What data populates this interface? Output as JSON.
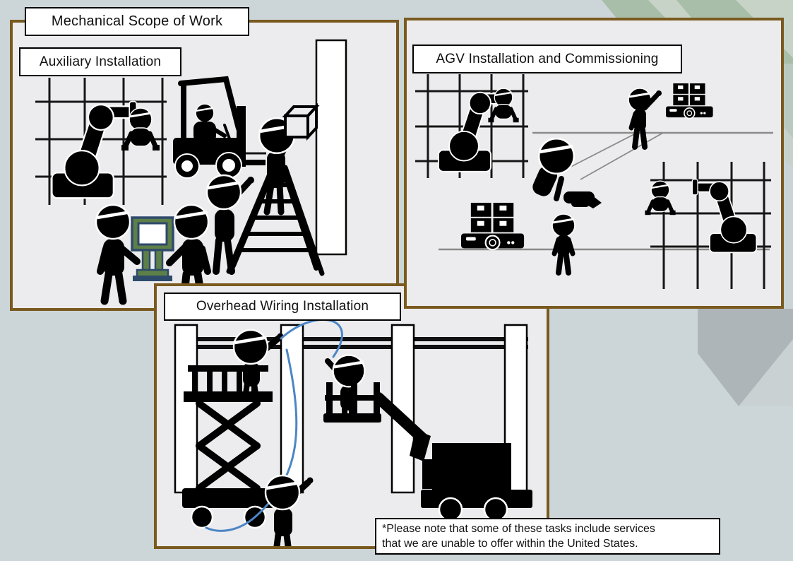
{
  "slide": {
    "title": "Mechanical Scope of Work",
    "panels": [
      {
        "label": "Auxiliary Installation"
      },
      {
        "label": "AGV Installation and Commissioning"
      },
      {
        "label": "Overhead Wiring Installation"
      }
    ],
    "footnote": {
      "line1": "*Please note that some of these tasks include services",
      "line2": "that we are unable to offer within the United States."
    },
    "colors": {
      "slide-bg": "#CCD6D8",
      "panel-bg": "#ECECEE",
      "panel-border": "#7A5A1F",
      "label-bg": "#FFFFFF",
      "label-border": "#000000",
      "silhouette": "#000000",
      "wire-blue": "#4C86C5",
      "kiosk-green": "#5D7F48",
      "kiosk-outline": "#2E4A6B",
      "floor-gray": "#8A8A8A",
      "decor-green": "#A8BEA9",
      "decor-green-light": "#C6D3C6",
      "decor-gray": "#AEB5B8",
      "decor-gray-light": "#C9D1D3",
      "decor-gray-triangle": "#A6A8A5"
    },
    "icons": {
      "robot-arm-icon": "black industrial robot arm silhouette on storage rack",
      "rack-worker-icon": "hardhat worker head and shoulders behind rack",
      "worker-icon": "hardhat worker stick figure silhouette",
      "forklift-icon": "forklift with driver silhouette",
      "ladder-icon": "A-frame stepladder silhouette",
      "box-icon": "carton box outline",
      "kiosk-icon": "green control kiosk with white screen",
      "agv-icon": "AGV mobile robot cart carrying four boxes",
      "scissor-lift-icon": "scissor lift with platform and wheels",
      "boom-lift-icon": "articulated boom lift with basket",
      "wire-icon": "blue overhead wiring cable",
      "column-icon": "white building column",
      "floor-line-icon": "gray floor guide line"
    }
  }
}
